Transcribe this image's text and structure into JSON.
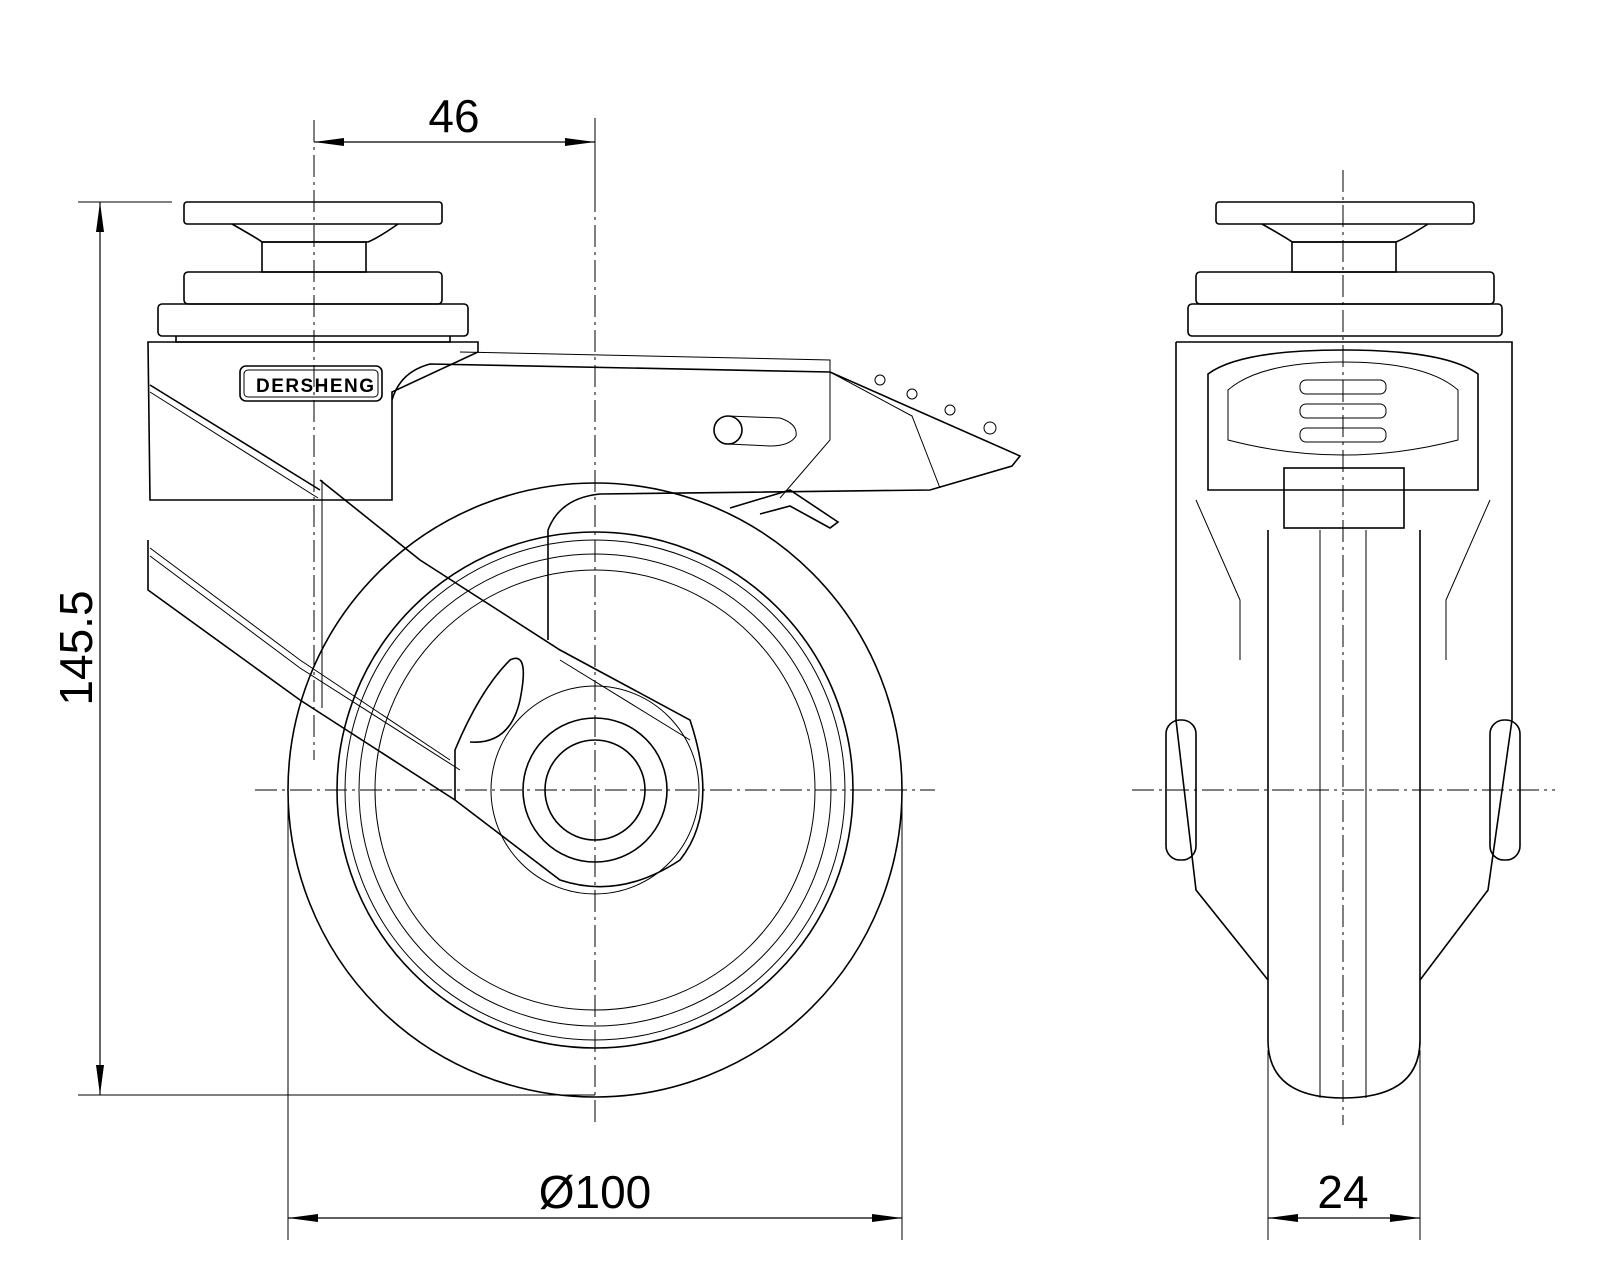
{
  "drawing": {
    "title": "Swivel caster with brake - side and front view",
    "logo_text": "DERSHENG",
    "dimensions": {
      "offset": "46",
      "height": "145.5",
      "wheel_diameter": "Ø100",
      "wheel_width": "24"
    },
    "colors": {
      "line": "#000000",
      "background": "#ffffff"
    }
  }
}
